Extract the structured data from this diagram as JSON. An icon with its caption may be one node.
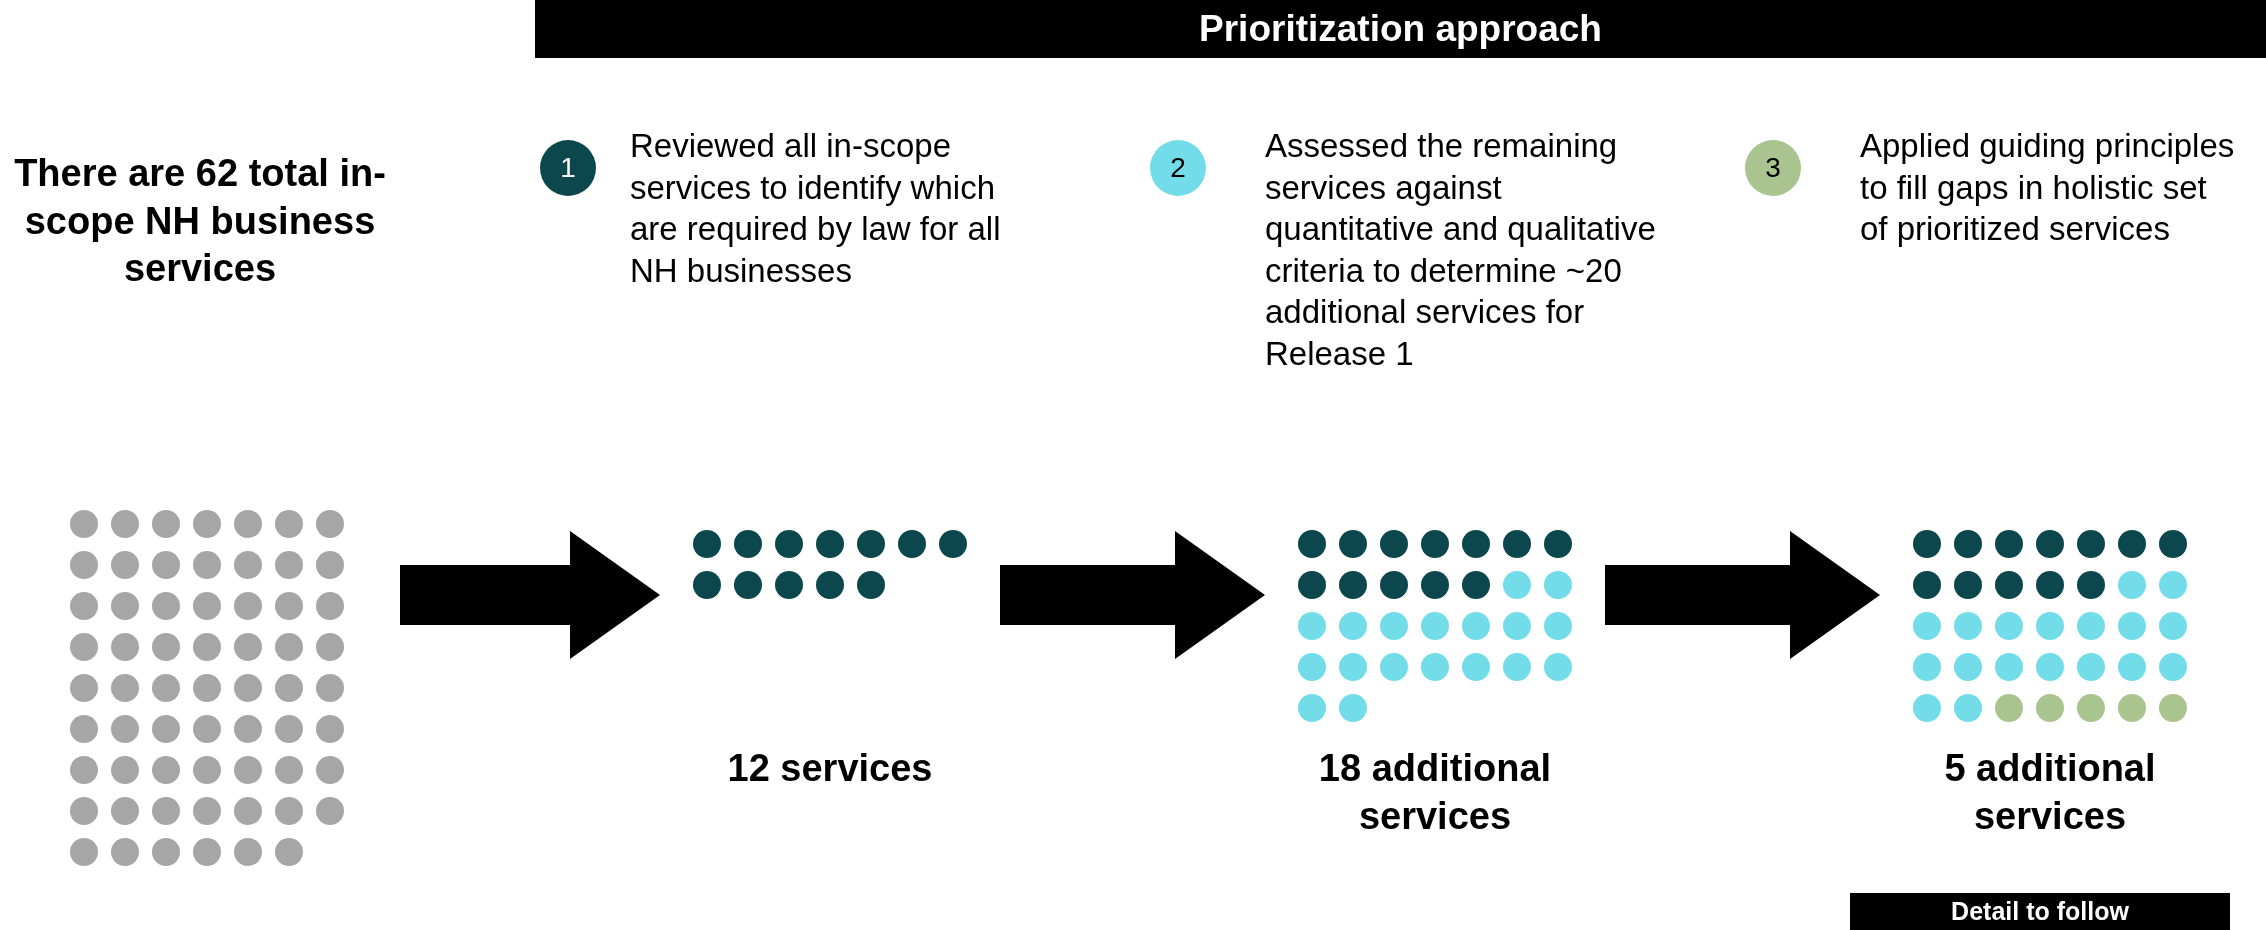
{
  "diagram": {
    "title": "Prioritization approach",
    "nodes": [
      {
        "text": [
          "There are 62 total in-scope NH business services"
        ]
      },
      {
        "text": [
          "1"
        ],
        "beside": [
          "Reviewed all in-scope services to identify which are required by law for all NH businesses"
        ]
      },
      {
        "text": [
          "12 services"
        ]
      },
      {
        "text": [
          "2"
        ],
        "beside": [
          "Assessed the remaining services against quantitative and qualitative criteria to determine ~20 additional services for Release 1"
        ]
      },
      {
        "text": [
          "18 additional services"
        ]
      },
      {
        "text": [
          "3"
        ],
        "beside": [
          "Applied guiding principles to fill gaps in holistic set of prioritized services"
        ]
      },
      {
        "text": [
          "5 additional services"
        ]
      },
      {
        "text": [
          "Detail to follow"
        ]
      }
    ],
    "edges": [
      {
        "from": 0,
        "to": 2,
        "arrow": "to"
      },
      {
        "from": 2,
        "to": 4,
        "arrow": "to"
      },
      {
        "from": 4,
        "to": 6,
        "arrow": "to"
      }
    ]
  }
}
